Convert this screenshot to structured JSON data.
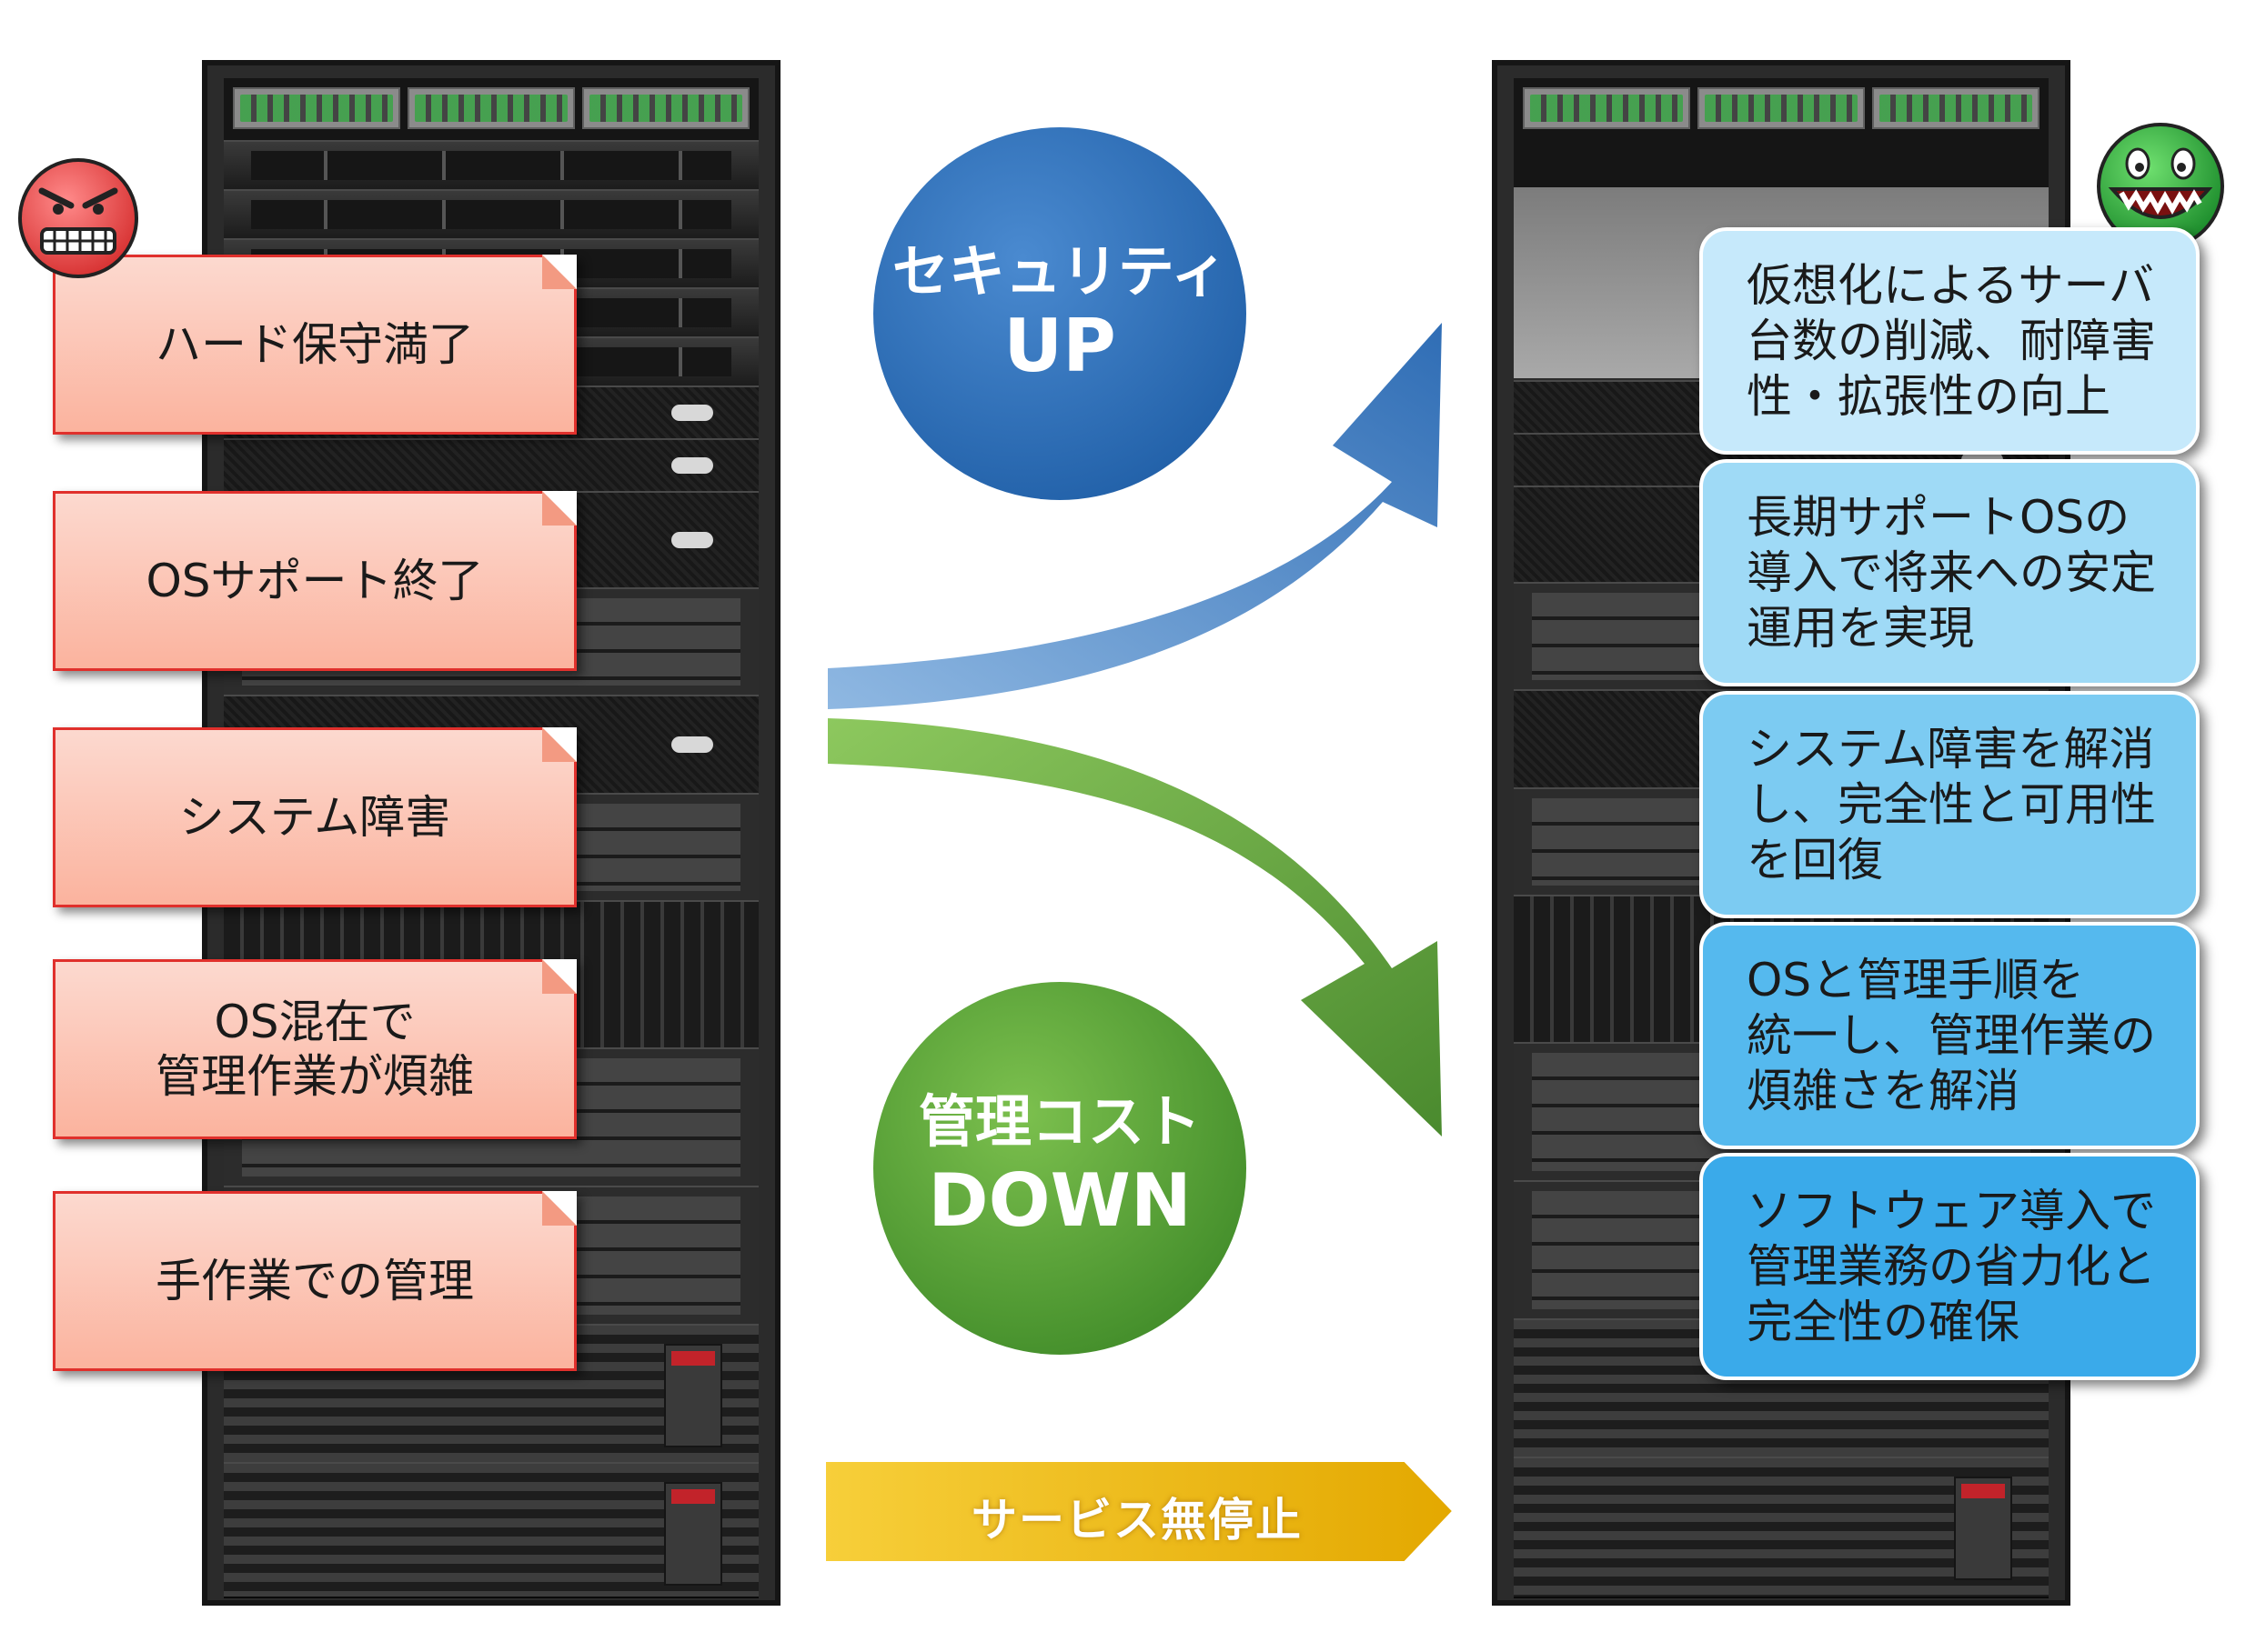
{
  "left_issues": [
    {
      "label": "ハード保守満了"
    },
    {
      "label": "OSサポート終了"
    },
    {
      "label": "システム障害"
    },
    {
      "label": "OS混在で\n管理作業が煩雑"
    },
    {
      "label": "手作業での管理"
    }
  ],
  "right_benefits": [
    {
      "label": "仮想化によるサーバ\n台数の削減、耐障害\n性・拡張性の向上",
      "color": "#c6e9fb"
    },
    {
      "label": "長期サポートOSの\n導入で将来への安定\n運用を実現",
      "color": "#9fdaf6"
    },
    {
      "label": "システム障害を解消\nし、完全性と可用性\nを回復",
      "color": "#7ccbf2"
    },
    {
      "label": "OSと管理手順を\n統一し、管理作業の\n煩雑さを解消",
      "color": "#55b9ee"
    },
    {
      "label": "ソフトウェア導入で\n管理業務の省力化と\n完全性の確保",
      "color": "#3aaaea"
    }
  ],
  "badges": {
    "security_line1": "セキュリティ",
    "security_line2": "UP",
    "cost_line1": "管理コスト",
    "cost_line2": "DOWN"
  },
  "banner": {
    "label": "サービス無停止"
  },
  "colors": {
    "note_border": "#e0302c",
    "arrow_blue": "#3b7dc4",
    "arrow_green": "#5fa03a",
    "badge_blue": "#2e6fb5",
    "badge_green": "#5ca23a",
    "banner_yellow": "#f2b705",
    "face_angry": "#e84a4a",
    "face_happy": "#2aa63a"
  },
  "icons": {
    "left_face": "angry-face-icon",
    "right_face": "happy-face-icon"
  }
}
